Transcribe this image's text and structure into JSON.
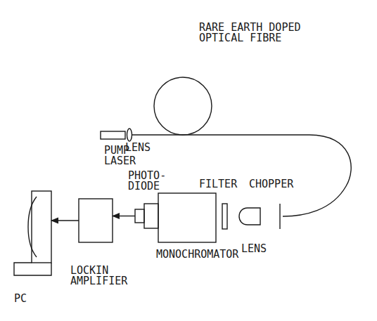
{
  "diagram": {
    "nodes": [
      {
        "text": [
          "PUMP LASER"
        ]
      },
      {
        "text": [
          "MONOCHROMATOR"
        ]
      },
      {
        "text": [
          "PHOTO- DIODE"
        ]
      },
      {
        "text": [
          "LOCKIN AMPLIFIER"
        ]
      },
      {
        "text": [
          "PC"
        ]
      }
    ],
    "edges": [
      {
        "from": 2,
        "to": 3,
        "arrow": "to"
      },
      {
        "from": 3,
        "to": 4,
        "arrow": "to"
      }
    ],
    "labels": [
      "RARE EARTH DOPED OPTICAL FIBRE",
      "LENS",
      "FILTER",
      "CHOPPER",
      "LENS"
    ]
  }
}
